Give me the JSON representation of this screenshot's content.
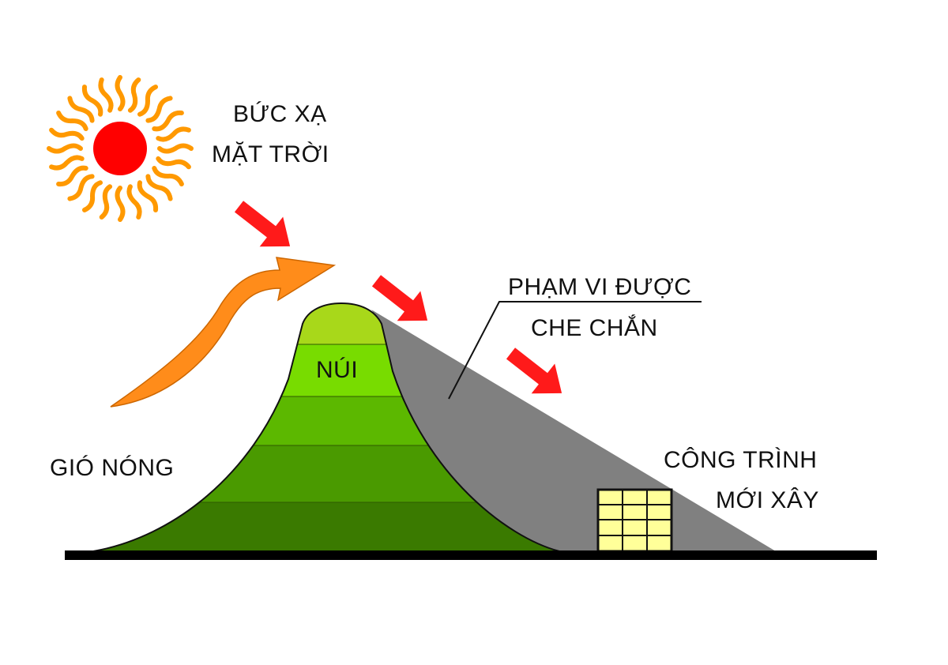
{
  "labels": {
    "radiation_line1": "BỨC XẠ",
    "radiation_line2": "MẶT TRỜI",
    "hot_wind": "GIÓ NÓNG",
    "mountain": "NÚI",
    "shaded_line1": "PHẠM VI ĐƯỢC",
    "shaded_line2": "CHE CHẮN",
    "building_line1": "CÔNG TRÌNH",
    "building_line2": "MỚI XÂY"
  },
  "colors": {
    "sun_core": "#ff0000",
    "sun_rays": "#ff9900",
    "radiation_arrow": "#ff1a1a",
    "wind_arrow": "#ff8c1a",
    "mountain_bands": [
      "#a8d81a",
      "#78dc00",
      "#5cb800",
      "#4a9a00",
      "#3a7a00",
      "#2f6300"
    ],
    "shade": "#808080",
    "building": "#ffff99",
    "ground": "#000000"
  },
  "icons": {
    "sun": "sun-icon",
    "radiation_arrows": "arrow-down-right-icon",
    "wind_arrow": "curved-arrow-icon",
    "building": "building-icon"
  }
}
